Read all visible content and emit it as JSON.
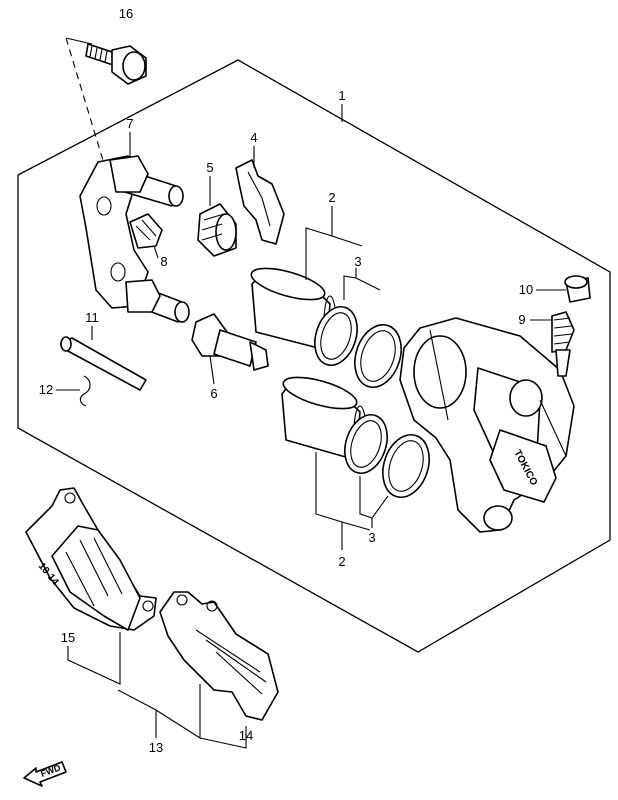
{
  "callouts": {
    "n1": "1",
    "n2a": "2",
    "n2b": "2",
    "n3a": "3",
    "n3b": "3",
    "n4": "4",
    "n5": "5",
    "n6": "6",
    "n7": "7",
    "n8": "8",
    "n9": "9",
    "n10": "10",
    "n11": "11",
    "n12": "12",
    "n13": "13",
    "n14": "14",
    "n15": "15",
    "n16": "16"
  },
  "engravings": {
    "caliper_brand": "TOKICO",
    "pad_marking": "10-14"
  },
  "arrow_label": "FWD"
}
